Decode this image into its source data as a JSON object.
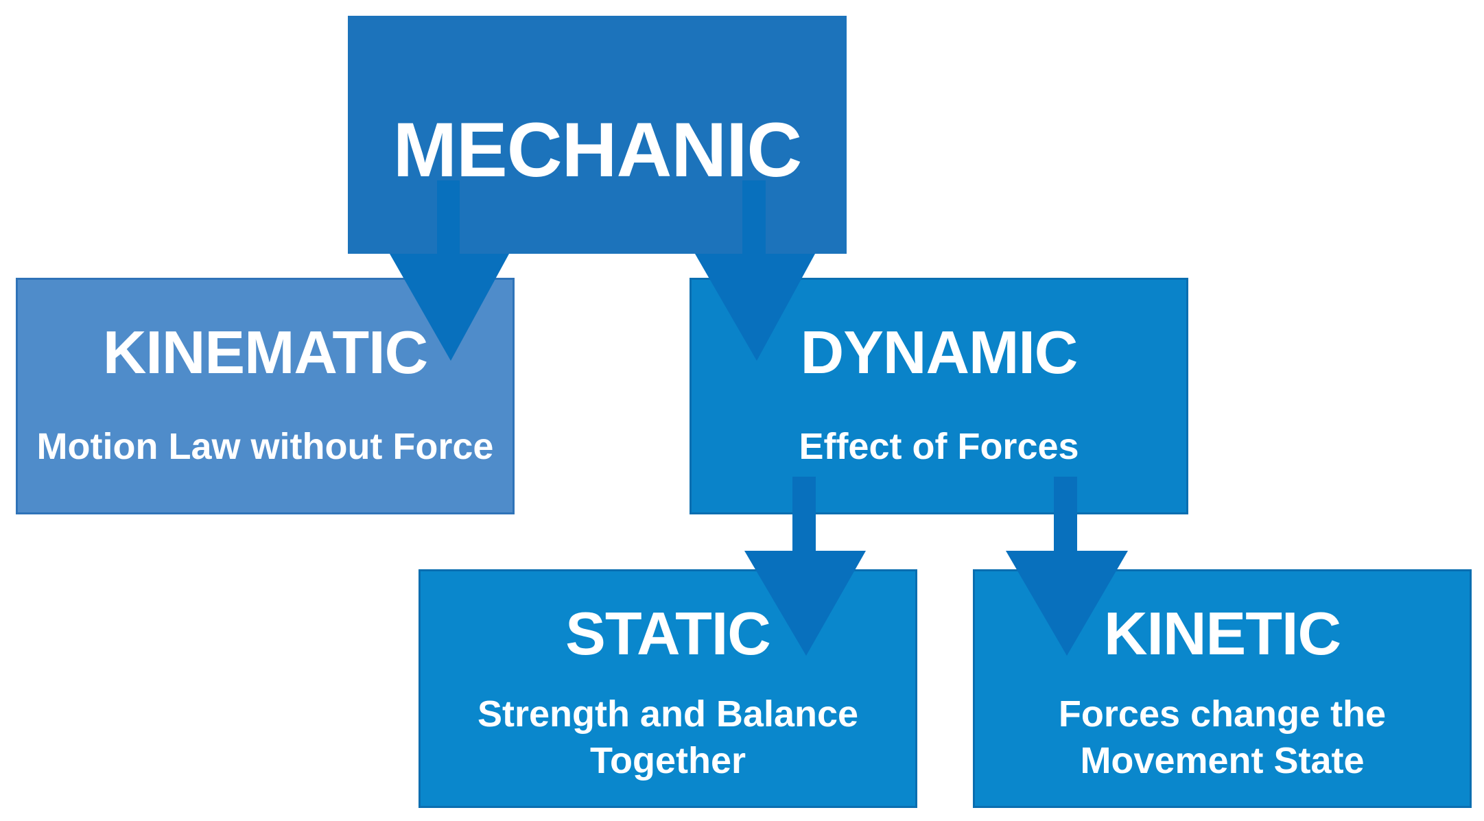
{
  "colors": {
    "mechanic_fill": "#1c73bb",
    "kinematic_fill": "#4f8cca",
    "dynamic_fill": "#0a83c9",
    "leaf_fill": "#0a87cc",
    "arrow_fill": "#0870bd",
    "text": "#ffffff"
  },
  "nodes": {
    "mechanic": {
      "title": "MECHANIC"
    },
    "kinematic": {
      "title": "KINEMATIC",
      "subtitle": "Motion Law without Force"
    },
    "dynamic": {
      "title": "DYNAMIC",
      "subtitle": "Effect of Forces"
    },
    "static": {
      "title": "STATIC",
      "subtitle": "Strength and Balance Together"
    },
    "kinetic": {
      "title": "KINETIC",
      "subtitle": "Forces change the Movement State"
    }
  },
  "edges": [
    {
      "from": "mechanic",
      "to": "kinematic"
    },
    {
      "from": "mechanic",
      "to": "dynamic"
    },
    {
      "from": "dynamic",
      "to": "static"
    },
    {
      "from": "dynamic",
      "to": "kinetic"
    }
  ]
}
